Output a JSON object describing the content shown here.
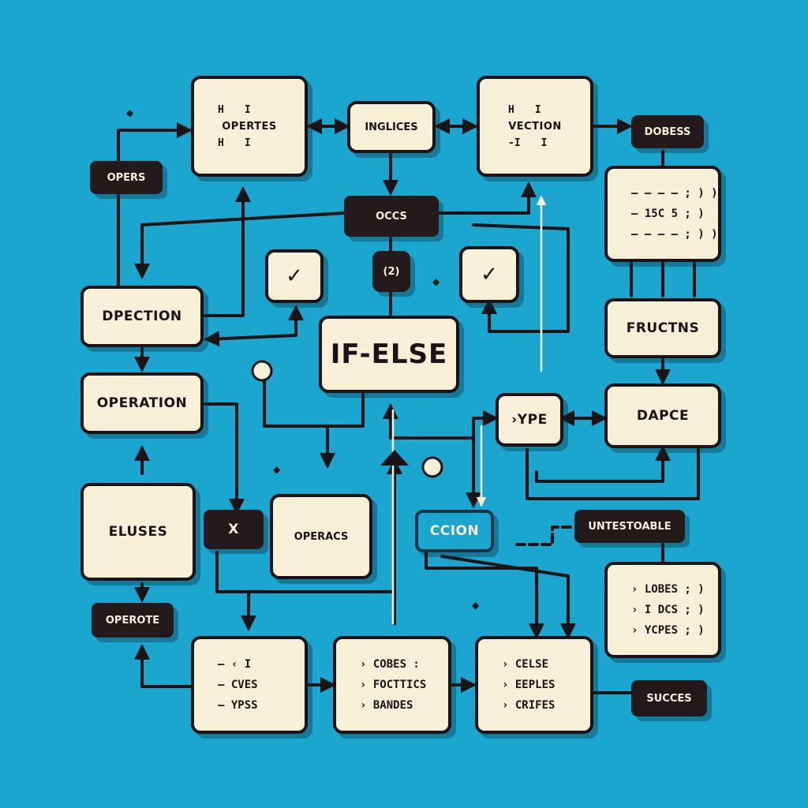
{
  "diagram": {
    "colors": {
      "background": "#1ba6cf",
      "box": "#f7f0d6",
      "ink": "#1a1416",
      "dark": "#231a1c"
    },
    "nodes": {
      "opertes": {
        "label": "OPERTES",
        "marks": [
          "H",
          "I",
          "H",
          "I"
        ]
      },
      "inglices": {
        "label": "INGLICES"
      },
      "vection": {
        "label": "VECTION",
        "marks": [
          "H",
          "I",
          "-I",
          "I"
        ]
      },
      "dobess": {
        "label": "DOBESS"
      },
      "opers": {
        "label": "OPERS"
      },
      "occs": {
        "label": "OCCS"
      },
      "code_panel": {
        "rows": [
          "— — — — ; ) )",
          "— 15C 5 ; )",
          "— — — — ; ) )"
        ]
      },
      "check_left": {
        "label": "✓"
      },
      "badge_two": {
        "label": "(2)"
      },
      "check_right": {
        "label": "✓"
      },
      "dpection": {
        "label": "DPECTION"
      },
      "if_else": {
        "label": "IF-ELSE"
      },
      "fructns": {
        "label": "FRUCTNS"
      },
      "operation": {
        "label": "OPERATION"
      },
      "ype": {
        "label": "›YPE"
      },
      "dapce": {
        "label": "DAPCE"
      },
      "eluses": {
        "label": "ELUSES"
      },
      "x_box": {
        "label": "X"
      },
      "operacs": {
        "label": "OPERACS"
      },
      "ccion": {
        "label": "CCION"
      },
      "untestoable": {
        "label": "UNTESTOABLE"
      },
      "lobes_list": {
        "rows": [
          "›  LOBES  ; )",
          "›  I DCS  ; )",
          "›  YCPES  ; )"
        ]
      },
      "operote": {
        "label": "OPEROTE"
      },
      "cves_list": {
        "rows": [
          "—  ‹    I",
          "—  CVES",
          "—  YPSS"
        ]
      },
      "cobes_list": {
        "rows": [
          "›  COBES :",
          "›  FOCTTICS",
          "›  BANDES"
        ]
      },
      "celse_list": {
        "rows": [
          "›  CELSE",
          "›  EEPLES",
          "›  CRIFES"
        ]
      },
      "succes": {
        "label": "SUCCES"
      }
    }
  }
}
